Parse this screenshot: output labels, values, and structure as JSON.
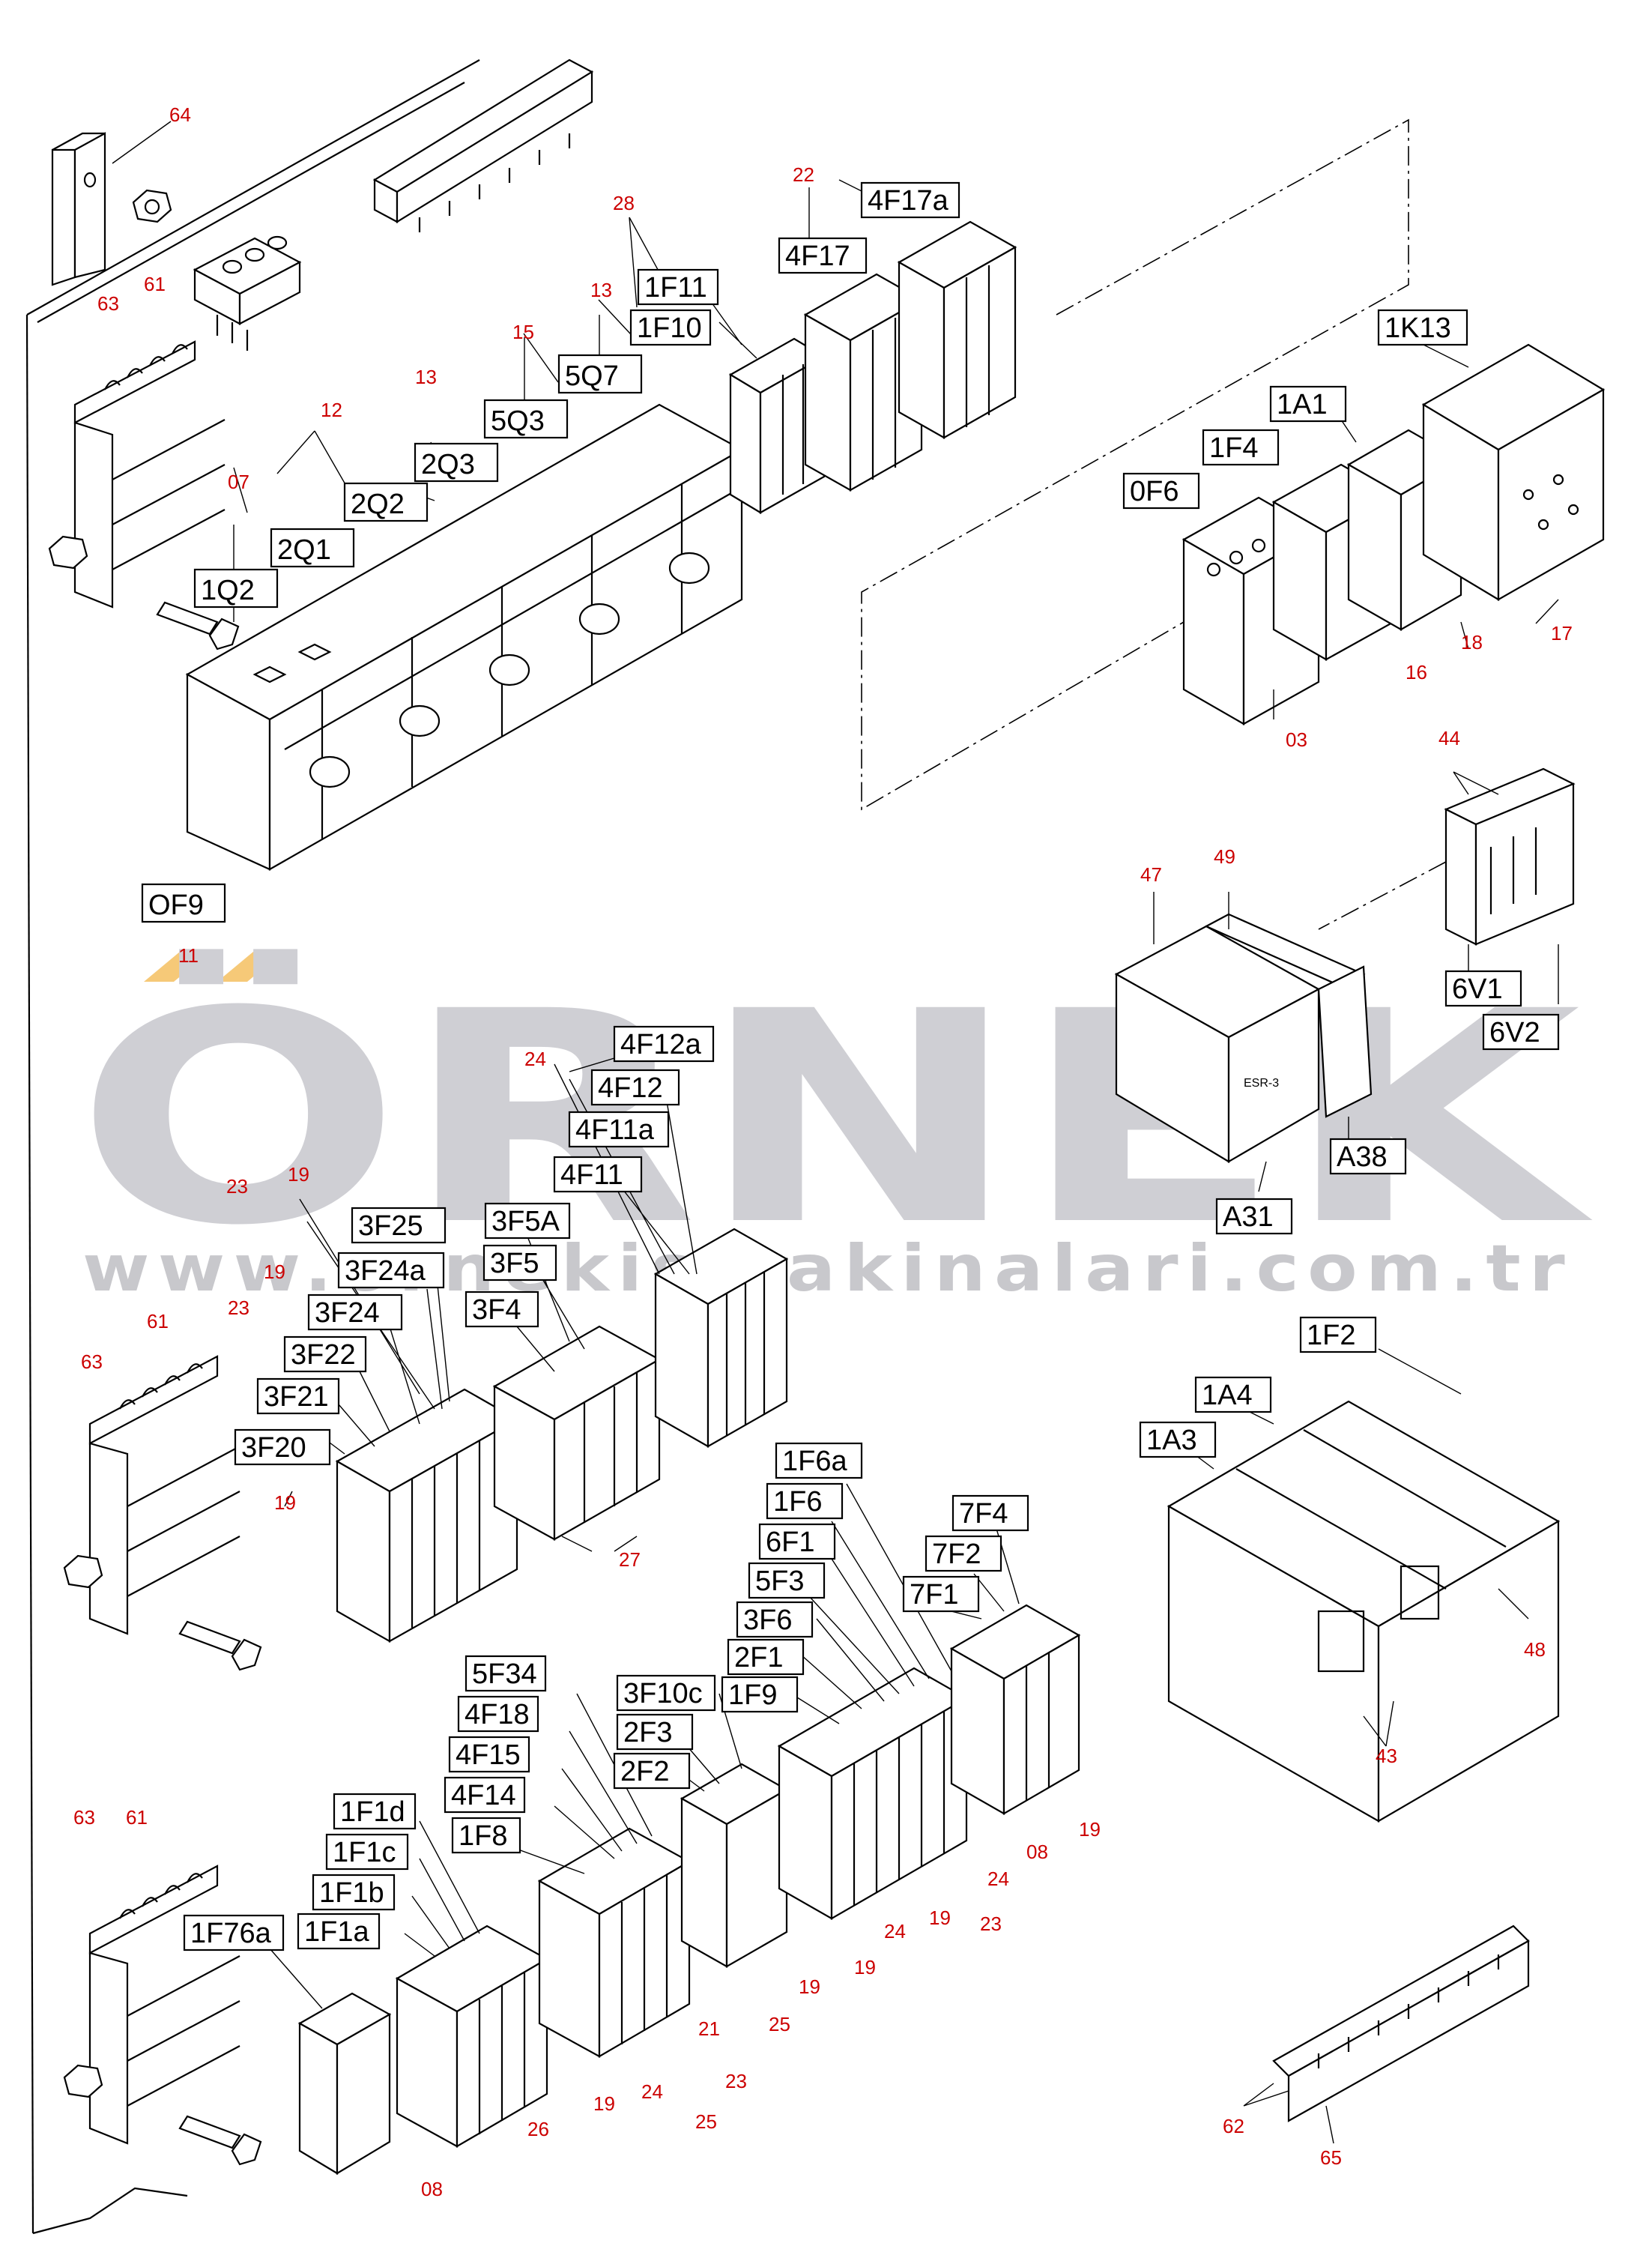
{
  "watermark": {
    "logo": "ÖRNEK",
    "url": "www.ornekismakinalari.com.tr"
  },
  "box_labels": [
    "1Q2",
    "2Q1",
    "2Q2",
    "2Q3",
    "5Q3",
    "5Q7",
    "1F10",
    "1F11",
    "4F17",
    "4F17a",
    "1K13",
    "1A1",
    "1F4",
    "0F6",
    "OF9",
    "6V1",
    "6V2",
    "A38",
    "A31",
    "4F12a",
    "4F12",
    "4F11a",
    "4F11",
    "3F25",
    "3F24a",
    "3F24",
    "3F22",
    "3F21",
    "3F20",
    "3F5A",
    "3F5",
    "3F4",
    "1F2",
    "1A4",
    "1A3",
    "1F6a",
    "1F6",
    "6F1",
    "5F3",
    "3F6",
    "2F1",
    "1F9",
    "7F4",
    "7F2",
    "7F1",
    "3F10c",
    "2F3",
    "2F2",
    "5F34",
    "4F18",
    "4F15",
    "4F14",
    "1F8",
    "1F1d",
    "1F1c",
    "1F1b",
    "1F1a",
    "1F76a"
  ],
  "item_numbers": [
    "64",
    "63",
    "61",
    "28",
    "22",
    "13",
    "15",
    "12",
    "07",
    "11",
    "03",
    "16",
    "18",
    "17",
    "44",
    "47",
    "49",
    "24",
    "19",
    "23",
    "27",
    "48",
    "43",
    "08",
    "21",
    "25",
    "26",
    "62",
    "65"
  ],
  "device_text": "ESR-3"
}
